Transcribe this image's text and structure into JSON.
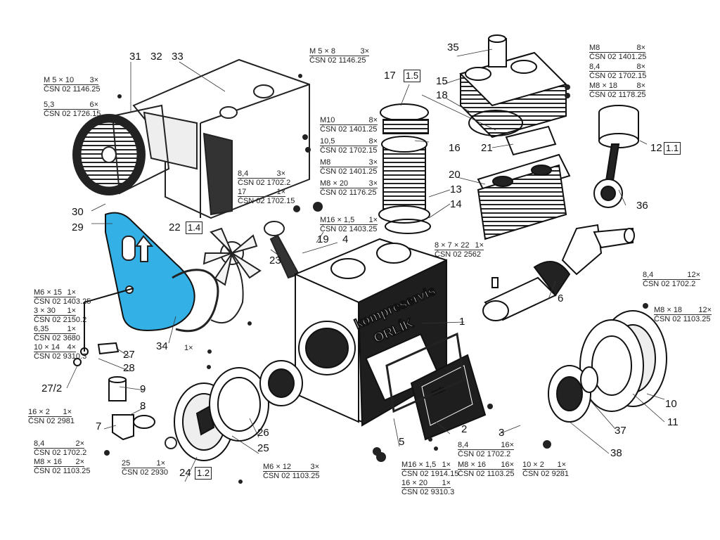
{
  "brand": {
    "line1": "kompreservis",
    "line2": "ORLÍK"
  },
  "plate_text": "ORLÍK",
  "highlight_color": "#33b1e6",
  "part_numbers": {
    "n1": "1",
    "n2": "2",
    "n3": "3",
    "n4": "4",
    "n5": "5",
    "n6": "6",
    "n7": "7",
    "n8": "8",
    "n9": "9",
    "n10": "10",
    "n11": "11",
    "n12": "12",
    "n12b": "1.1",
    "n13": "13",
    "n14": "14",
    "n15": "15",
    "n16": "16",
    "n17": "17",
    "n17b": "1.5",
    "n18": "18",
    "n19": "19",
    "n20": "20",
    "n21": "21",
    "n22": "22",
    "n22b": "1.4",
    "n23": "23",
    "n24": "24",
    "n24b": "1.2",
    "n25": "25",
    "n26": "26",
    "n27": "27",
    "n27_2": "27/2",
    "n28": "28",
    "n29": "29",
    "n30": "30",
    "n31": "31",
    "n32": "32",
    "n33": "33",
    "n34": "34",
    "n35": "35",
    "n36": "36",
    "n37": "37",
    "n38": "38"
  },
  "specs": {
    "s_m5x8": {
      "a": "M 5 × 8",
      "q": "3×",
      "b": "ČSN 02 1146.25"
    },
    "s_m5x10": {
      "a": "M 5 × 10",
      "q": "3×",
      "b": "ČSN 02 1146.25"
    },
    "s_53": {
      "a": "5,3",
      "q": "6×",
      "b": "ČSN 02 1726.15"
    },
    "s_m10": {
      "a": "M10",
      "q": "8×",
      "b": "ČSN 02 1401.25"
    },
    "s_105": {
      "a": "10,5",
      "q": "8×",
      "b": "ČSN 02 1702.15"
    },
    "s_m8a": {
      "a": "M8",
      "q": "3×",
      "b": "ČSN 02 1401.25"
    },
    "s_84a": {
      "a": "8,4",
      "q": "3×",
      "b": "ČSN 02 1702.2"
    },
    "s_m8x20": {
      "a": "M8 × 20",
      "q": "3×",
      "b": "ČSN 02 1176.25"
    },
    "s_17": {
      "a": "17",
      "q": "1×",
      "b": "ČSN 02 1702.15"
    },
    "s_m16a": {
      "a": "M16 × 1,5",
      "q": "1×",
      "b": "ČSN 02 1403.25"
    },
    "s_m8b": {
      "a": "M8",
      "q": "8×",
      "b": "ČSN 02 1401.25"
    },
    "s_84b": {
      "a": "8,4",
      "q": "8×",
      "b": "ČSN 02 1702.15"
    },
    "s_m8x18a": {
      "a": "M8 × 18",
      "q": "8×",
      "b": "ČSN 02 1178.25"
    },
    "s_8x7x22": {
      "a": "8 × 7 × 22",
      "q": "1×",
      "b": "ČSN 02 2562"
    },
    "s_84c": {
      "a": "8,4",
      "q": "12×",
      "b": "ČSN 02 1702.2"
    },
    "s_m8x18b": {
      "a": "M8 × 18",
      "q": "12×",
      "b": "ČSN 02 1103.25"
    },
    "s_m6x15": {
      "a": "M6 × 15",
      "q": "1×",
      "b": "ČSN 02 1403.25"
    },
    "s_3x30": {
      "a": "3 × 30",
      "q": "1×",
      "b": "ČSN 02 2150.2"
    },
    "s_635": {
      "a": "6,35",
      "q": "1×",
      "b": "ČSN 02 3680"
    },
    "s_10x14": {
      "a": "10 × 14",
      "q": "4×",
      "b": "ČSN 02 9310.3"
    },
    "s_16x2": {
      "a": "16 × 2",
      "q": "1×",
      "b": "ČSN 02 2981"
    },
    "s_84d": {
      "a": "8,4",
      "q": "2×",
      "b": "ČSN 02 1702.2"
    },
    "s_m8x16a": {
      "a": "M8 × 16",
      "q": "2×",
      "b": "ČSN 02 1103.25"
    },
    "s_25": {
      "a": "25",
      "q": "1×",
      "b": "ČSN 02 2930"
    },
    "s_m6x12": {
      "a": "M6 × 12",
      "q": "3×",
      "b": "ČSN 02 1103.25"
    },
    "s_m16b": {
      "a": "M16 × 1,5",
      "q": "1×",
      "b": "ČSN 02 1914.15"
    },
    "s_16x20": {
      "a": "16 × 20",
      "q": "1×",
      "b": "ČSN 02 9310.3"
    },
    "s_84e": {
      "a": "8,4",
      "q": "16×",
      "b": "ČSN 02 1702.2"
    },
    "s_m8x16b": {
      "a": "M8 × 16",
      "q": "16×",
      "b": "ČSN 02 1103.25"
    },
    "s_10x2": {
      "a": "10 × 2",
      "q": "1×",
      "b": "ČSN 02 9281"
    }
  }
}
